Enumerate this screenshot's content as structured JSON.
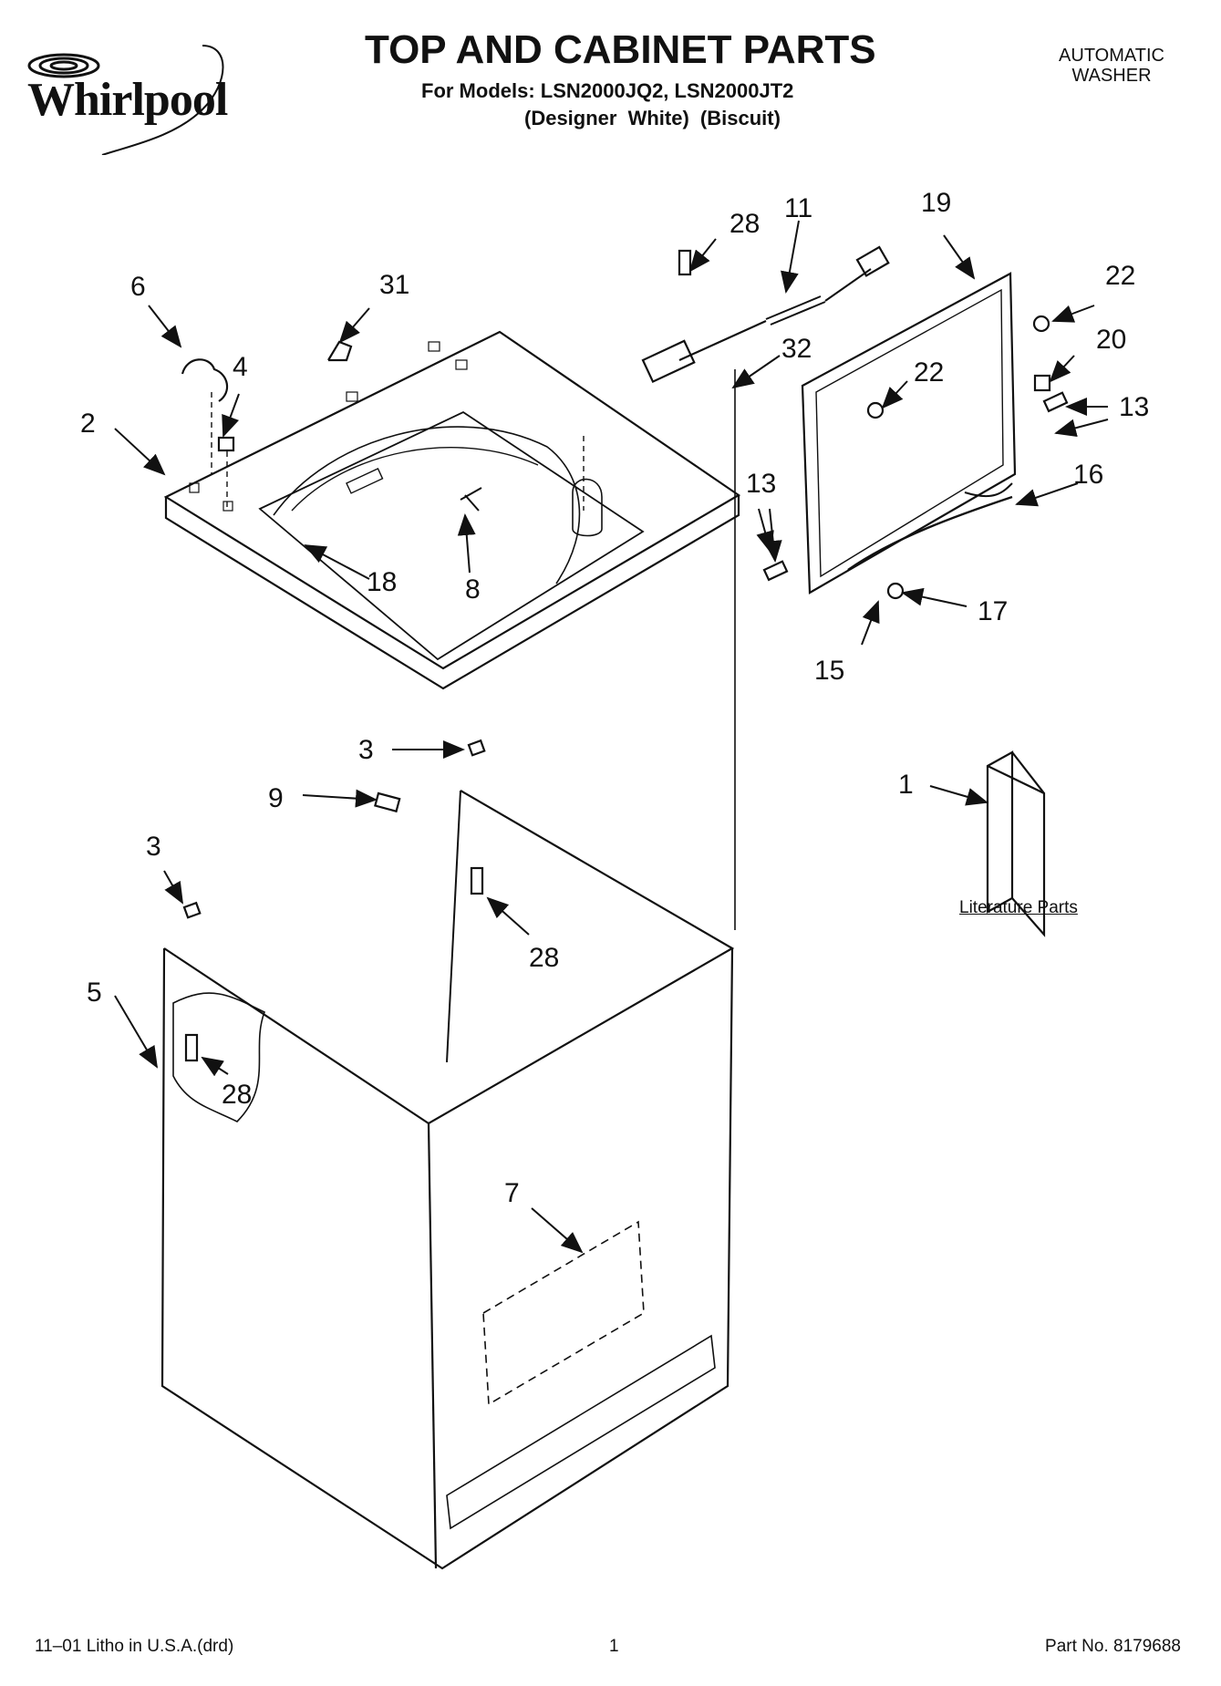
{
  "header": {
    "brand": "Whirlpool",
    "title": "TOP AND CABINET PARTS",
    "models": "For Models: LSN2000JQ2, LSN2000JT2",
    "variants": "(Designer White)   (Biscuit)",
    "product_line1": "AUTOMATIC",
    "product_line2": "WASHER"
  },
  "callouts": [
    "28",
    "11",
    "19",
    "22",
    "6",
    "31",
    "32",
    "20",
    "22",
    "4",
    "13",
    "2",
    "13",
    "16",
    "18",
    "8",
    "17",
    "15",
    "3",
    "9",
    "1",
    "3",
    "28",
    "5",
    "28",
    "7"
  ],
  "literature_label": "Literature Parts",
  "footer": {
    "left": "11–01 Litho in U.S.A.(drd)",
    "page": "1",
    "part_no": "Part No. 8179688"
  }
}
